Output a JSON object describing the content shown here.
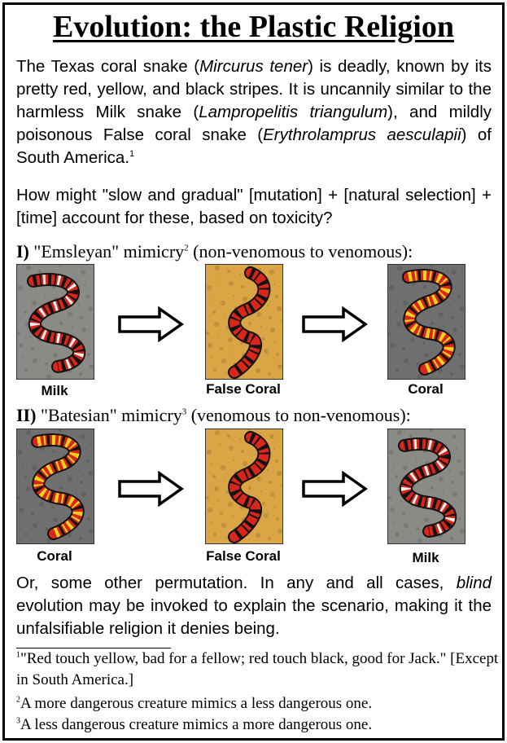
{
  "title": "Evolution: the Plastic Religion",
  "intro": {
    "t1": "The Texas coral snake (",
    "sci1": "Mircurus tener",
    "t2": ") is deadly, known by its pretty red, yellow, and black stripes. It is uncannily similar to the harmless Milk snake (",
    "sci2": "Lampropelitis triangulum",
    "t3": "), and mildly poisonous False coral snake (",
    "sci3": "Erythrolamprus aesculapii",
    "t4": ") of South America.",
    "ref": "1"
  },
  "question": "How might \"slow and gradual\" [mutation] + [natural selection] + [time] account for these, based on toxicity?",
  "section1": {
    "numeral": "I)",
    "name": "\"Emsleyan\" mimicry",
    "ref": "2",
    "desc": "(non-venomous to venomous):",
    "labels": [
      "Milk",
      "False Coral",
      "Coral"
    ]
  },
  "section2": {
    "numeral": "II)",
    "name": "\"Batesian\" mimicry",
    "ref": "3",
    "desc": "(venomous to non-venomous):",
    "labels": [
      "Coral",
      "False Coral",
      "Milk"
    ]
  },
  "conclusion": {
    "t1": "Or, some other permutation. In any and all cases, ",
    "em": "blind",
    "t2": " evolution may be invoked to explain the scenario, making it the unfalsifiable religion it denies being."
  },
  "footnotes": [
    {
      "ref": "1",
      "text": "\"Red touch yellow, bad for a fellow; red touch black, good for Jack.\" [Except in South America.]"
    },
    {
      "ref": "2",
      "text": "A more dangerous creature mimics a less dangerous one."
    },
    {
      "ref": "3",
      "text": "A less dangerous creature mimics a more dangerous one."
    }
  ],
  "colors": {
    "red": "#d8261c",
    "yellow": "#f2d21a",
    "black": "#111111",
    "white": "#f2f2ee",
    "sand": "#d9a545",
    "rock": "#8c8c8c"
  }
}
